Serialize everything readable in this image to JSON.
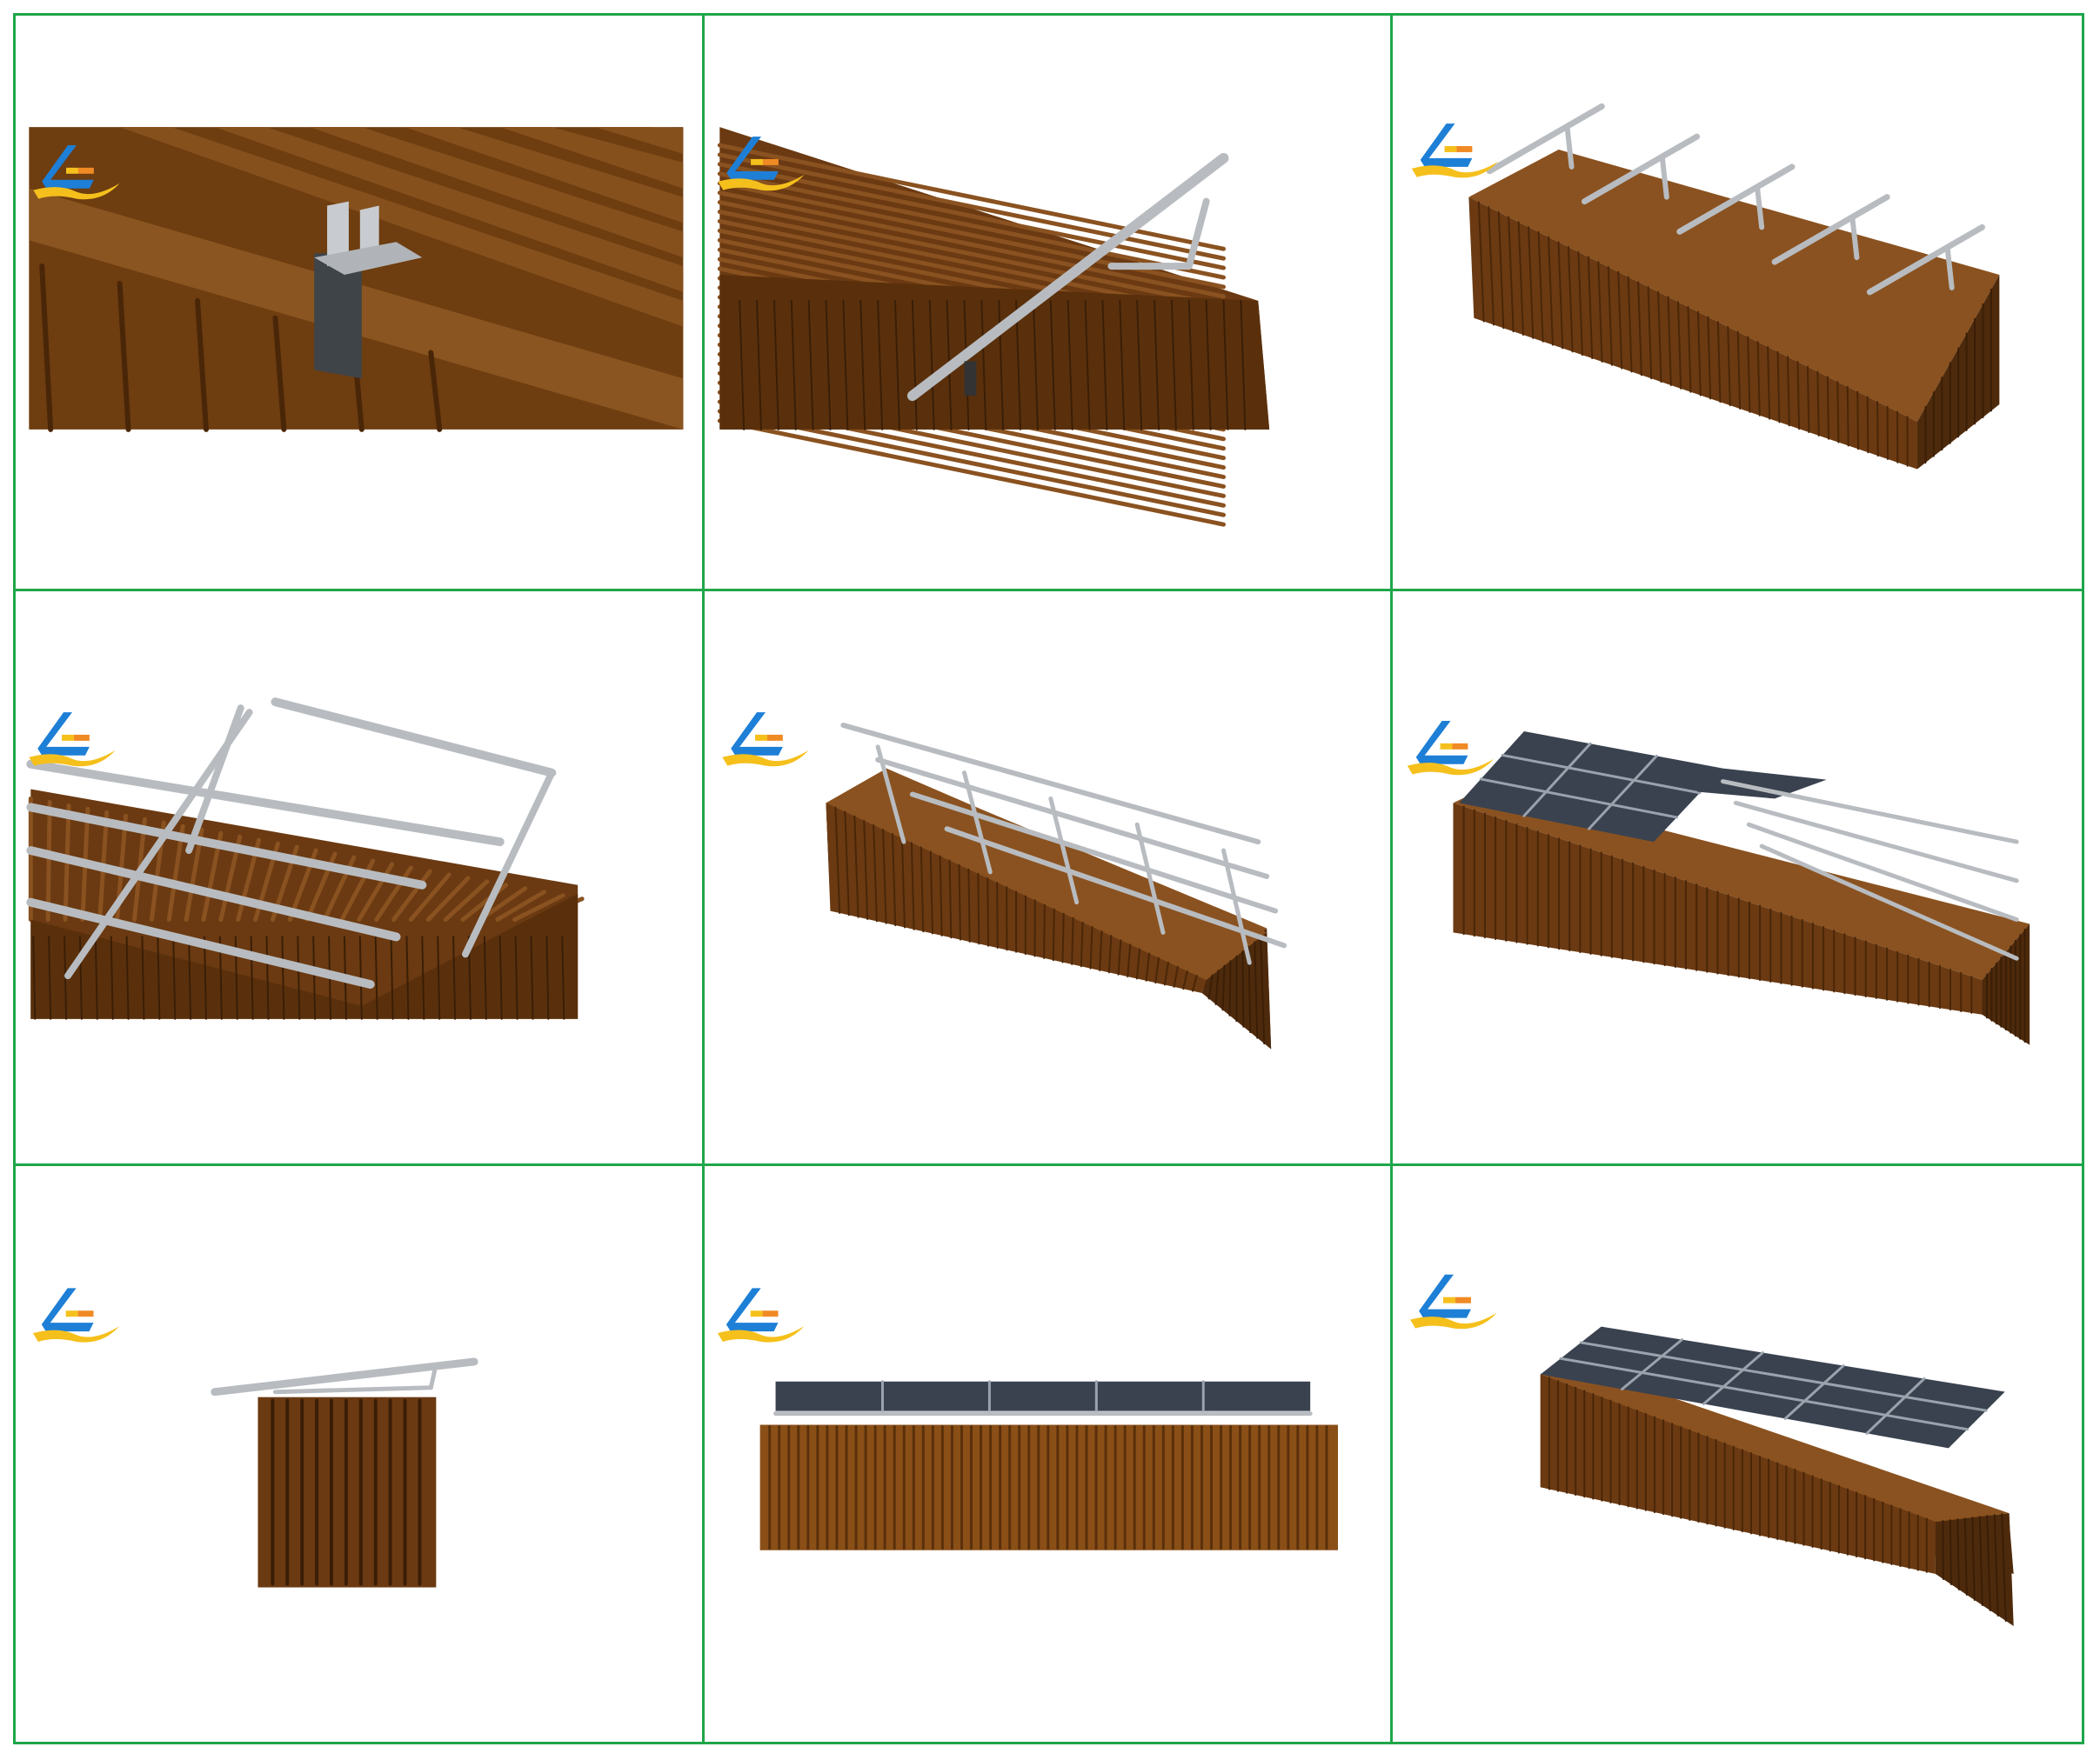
{
  "colors": {
    "grid_border": "#1fa64a",
    "container_front": "#6b3a12",
    "container_end": "#4e2a0c",
    "container_top": "#8a5220",
    "rail": "#b8bcc0",
    "solar_panel": "#3a4250",
    "logo_blue": "#1e7fd6",
    "logo_orange": "#f08a24",
    "logo_yellow": "#f5c01c"
  },
  "icons": {
    "logo": "company-logo-icon"
  },
  "panels": [
    {
      "step": "clamp-closeup"
    },
    {
      "step": "single-bracket-closeup"
    },
    {
      "step": "brackets-on-container"
    },
    {
      "step": "rails-closeup"
    },
    {
      "step": "rails-on-container"
    },
    {
      "step": "partial-solar-panels"
    },
    {
      "step": "end-view"
    },
    {
      "step": "side-view"
    },
    {
      "step": "completed-array"
    }
  ]
}
